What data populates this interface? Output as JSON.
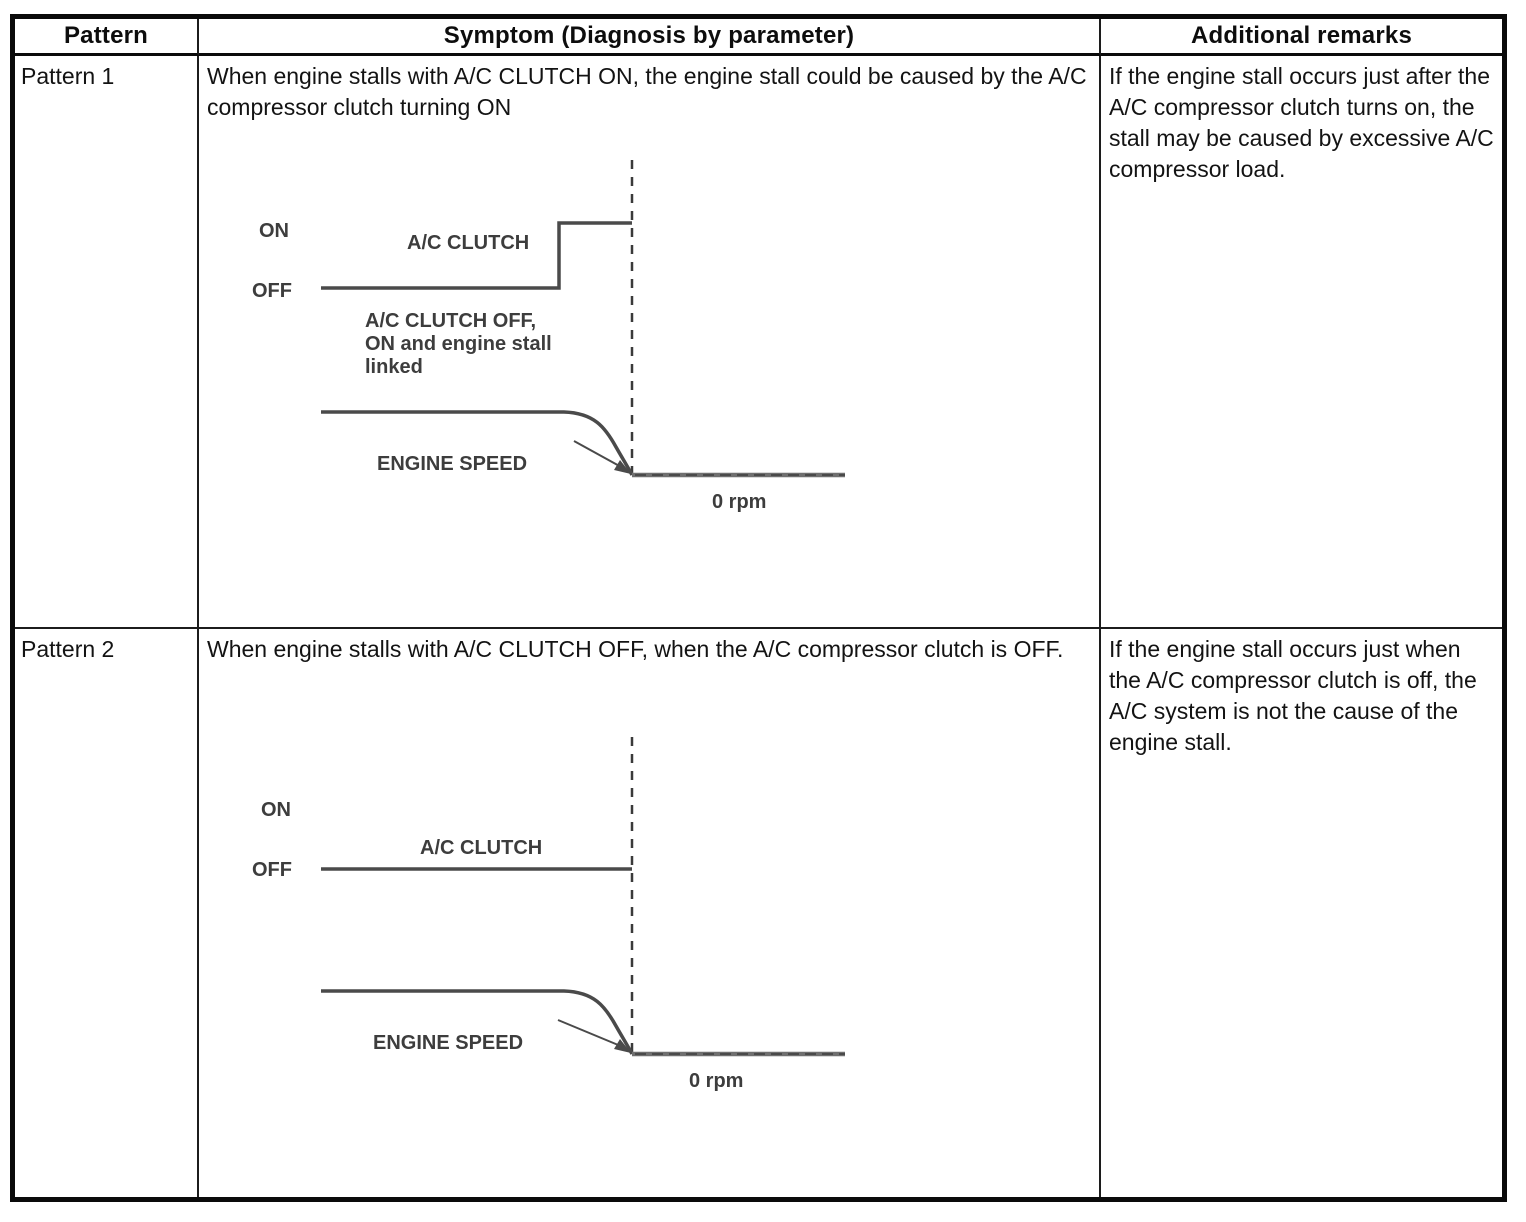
{
  "table": {
    "headers": {
      "pattern": "Pattern",
      "symptom": "Symptom (Diagnosis by parameter)",
      "remarks": "Additional remarks"
    },
    "rows": [
      {
        "pattern": "Pattern 1",
        "symptom": "When engine stalls with A/C CLUTCH ON, the engine stall could be caused by the A/C compressor clutch turning ON",
        "remarks": "If the engine stall occurs just after the A/C compressor clutch turns on, the stall may be caused by excessive A/C compressor load.",
        "diagram": {
          "on": "ON",
          "off": "OFF",
          "clutch": "A/C CLUTCH",
          "note1": "A/C CLUTCH OFF,",
          "note2": "ON and engine stall",
          "note3": "linked",
          "engine_speed": "ENGINE SPEED",
          "zero_rpm": "0 rpm"
        }
      },
      {
        "pattern": "Pattern 2",
        "symptom": "When engine stalls with A/C CLUTCH OFF, when the A/C compressor clutch is OFF.",
        "remarks": "If the engine stall occurs just when the A/C compressor clutch is off, the A/C system is not the cause of the engine stall.",
        "diagram": {
          "on": "ON",
          "off": "OFF",
          "clutch": "A/C CLUTCH",
          "engine_speed": "ENGINE SPEED",
          "zero_rpm": "0 rpm"
        }
      }
    ]
  },
  "colors": {
    "border": "#0a0a0a",
    "trace": "#4a4a4a",
    "zero_rpm_line": "#6f6f6f",
    "dashed_line": "#3a3a3a",
    "label": "#3d3d3d"
  }
}
